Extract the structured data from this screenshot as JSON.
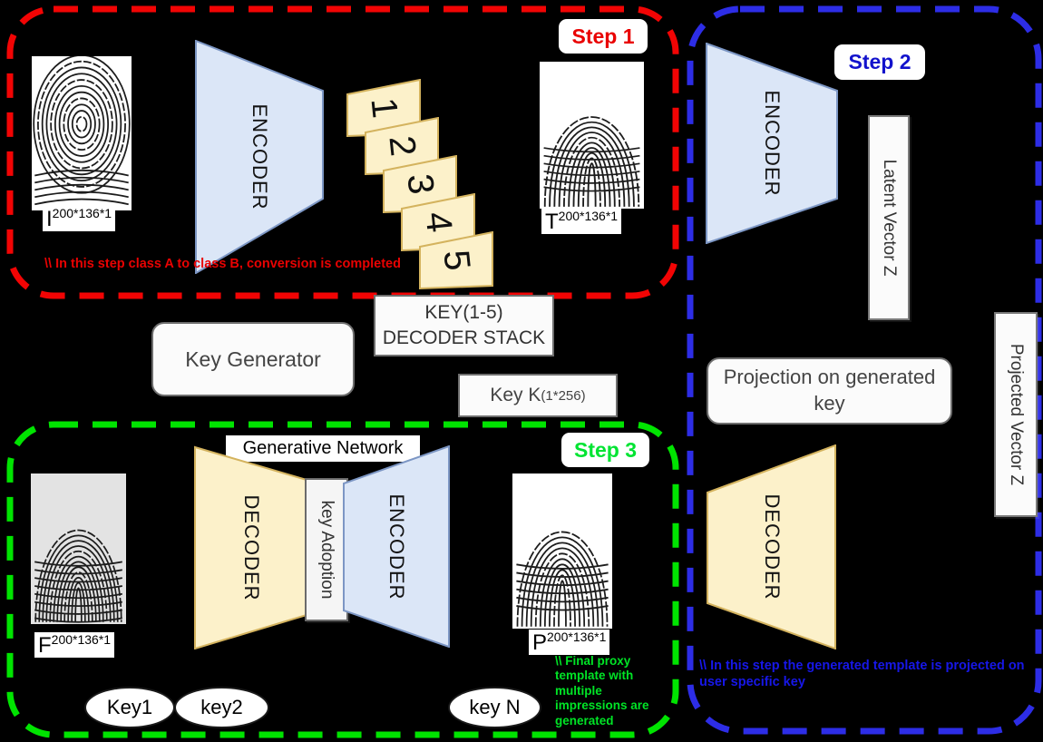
{
  "step1": {
    "label": "Step 1",
    "encoder_label": "ENCODER",
    "input_label": {
      "base": "I",
      "sup": "200*136*1"
    },
    "output_label": {
      "base": "T",
      "sup": "200*136*1"
    },
    "cards": [
      "1",
      "2",
      "3",
      "4",
      "5"
    ],
    "note": "\\\\ In this step class A to class B, conversion is completed"
  },
  "middle": {
    "key_generator": "Key Generator",
    "decoder_stack_line1": "KEY(1-5)",
    "decoder_stack_line2": "DECODER STACK",
    "key_k": {
      "base": "Key K",
      "sup": "(1*256)"
    }
  },
  "step2": {
    "label": "Step 2",
    "encoder_label": "ENCODER",
    "latent_vector": "Latent Vector Z",
    "projection": "Projection on generated key",
    "decoder_label": "DECODER",
    "projected_vector": "Projected Vector Z",
    "note": "\\\\ In this step the generated template is projected on user specific key"
  },
  "step3": {
    "label": "Step 3",
    "title": "Generative Network",
    "decoder_label": "DECODER",
    "key_adoption": "key Adoption",
    "encoder_label": "ENCODER",
    "input_label": {
      "base": "F",
      "sup": "200*136*1"
    },
    "output_label": {
      "base": "P",
      "sup": "200*136*1"
    },
    "keys": [
      "Key1",
      "key2",
      "key N"
    ],
    "note": "\\\\ Final proxy template with multiple impressions are generated"
  },
  "colors": {
    "step1_accent": "#f20404",
    "step2_accent": "#1414d2",
    "step3_accent": "#00e42a",
    "encoder_fill": "#dbe6f7",
    "encoder_stroke": "#7c96c4",
    "decoder_fill": "#fcf1ca",
    "decoder_stroke": "#d4b35e",
    "background": "#000000"
  }
}
